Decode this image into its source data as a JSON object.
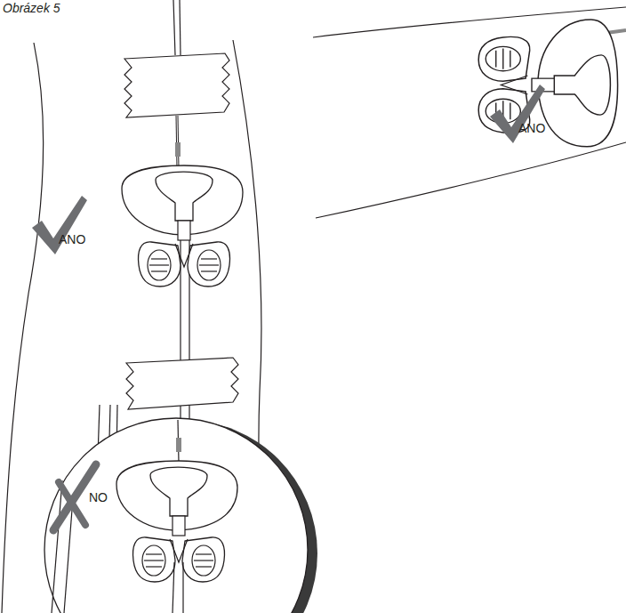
{
  "diagram": {
    "title": "Obrázek 5",
    "labels": [
      "ANO",
      "ANO",
      "NO"
    ]
  }
}
